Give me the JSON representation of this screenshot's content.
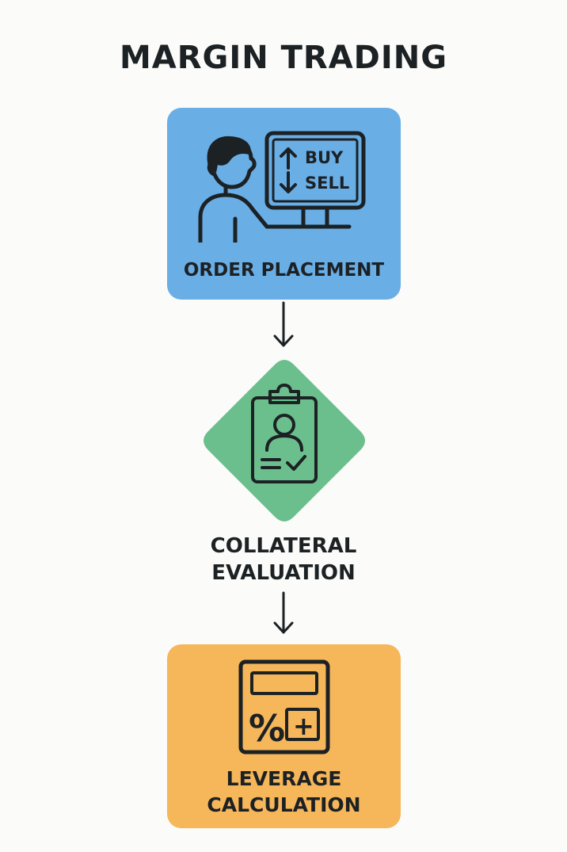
{
  "title": "MARGIN TRADING",
  "colors": {
    "order_box": "#6aaee6",
    "collateral_diamond": "#6bbf8c",
    "leverage_box": "#f6b65a",
    "ink": "#1c2124",
    "background": "#fbfbf9"
  },
  "steps": [
    {
      "label": "ORDER PLACEMENT",
      "icon": "trader-at-computer-icon",
      "screen": {
        "buy": "BUY",
        "sell": "SELL"
      }
    },
    {
      "label_lines": [
        "COLLATERAL",
        "EVALUATION"
      ],
      "icon": "clipboard-check-icon"
    },
    {
      "label_lines": [
        "LEVERAGE",
        "CALCULATION"
      ],
      "icon": "calculator-icon",
      "symbols": {
        "percent": "%",
        "plus": "+"
      }
    }
  ],
  "connectors": [
    "arrow-down-icon",
    "arrow-down-icon"
  ]
}
